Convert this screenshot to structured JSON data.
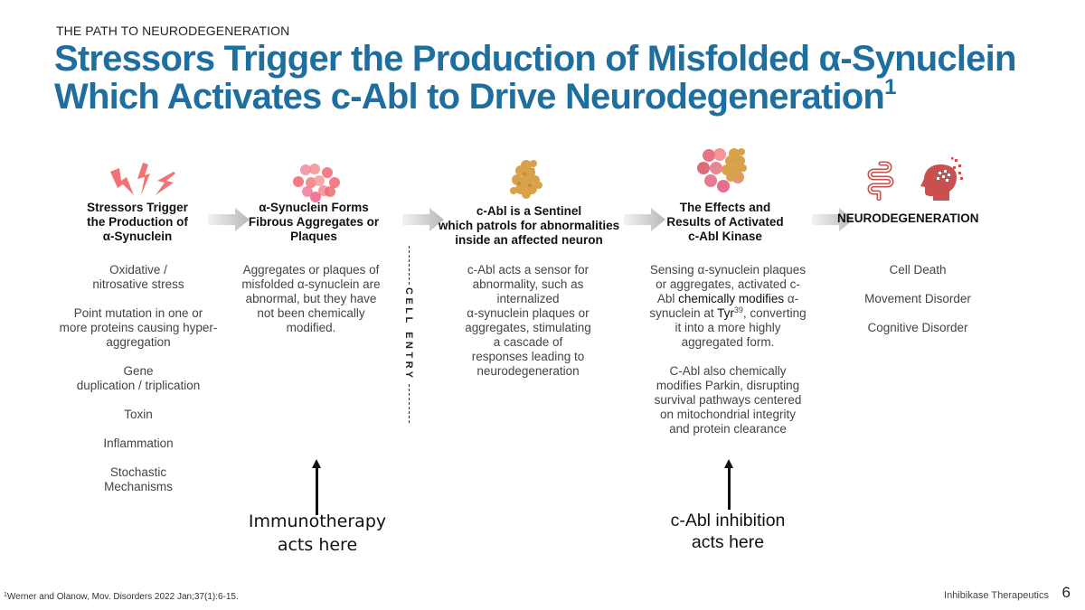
{
  "header": {
    "eyebrow": "THE PATH TO NEURODEGENERATION",
    "title_line1": "Stressors Trigger the Production of Misfolded α-Synuclein",
    "title_line2": "Which Activates c-Abl to Drive Neurodegeneration",
    "title_footnote_marker": "1"
  },
  "stages": [
    {
      "icon": "lightning-bolts-icon",
      "heading": [
        "Stressors Trigger",
        "the Production of",
        "α-Synuclein"
      ],
      "body": [
        "Oxidative /\nnitrosative stress",
        "Point mutation in one or\nmore proteins causing hyper-\naggregation",
        "Gene\nduplication / triplication",
        "Toxin",
        "Inflammation",
        "Stochastic\nMechanisms"
      ]
    },
    {
      "icon": "protein-aggregate-icon",
      "heading": [
        "α-Synuclein Forms",
        "Fibrous Aggregates or",
        "Plaques"
      ],
      "body": [
        "Aggregates or plaques of\nmisfolded α-synuclein are\nabnormal, but they have\nnot been chemically\nmodified."
      ]
    },
    {
      "icon": "c-abl-protein-icon",
      "heading": [
        "c-Abl is a Sentinel",
        "which patrols for abnormalities",
        "inside an affected neuron"
      ],
      "body": [
        "c-Abl acts a sensor for\nabnormality, such as\ninternalized\nα-synuclein plaques or\naggregates, stimulating\na cascade of\nresponses leading to\nneurodegeneration"
      ]
    },
    {
      "icon": "activated-c-abl-icon",
      "heading": [
        "The Effects and",
        "Results of Activated",
        "c-Abl Kinase"
      ],
      "body_rich": {
        "p1_a": "Sensing α-synuclein plaques\nor aggregates, activated c-\nAbl ",
        "p1_bold": "chemically modifies",
        "p1_b": " α-\nsynuclein at ",
        "p1_tyr": "Tyr",
        "p1_tyr_sup": "39",
        "p1_c": ", converting\nit into a more highly\naggregated form.",
        "p2": "C-Abl also chemically\nmodifies Parkin, disrupting\nsurvival pathways centered\non mitochondrial integrity\nand protein clearance"
      }
    },
    {
      "icons": [
        "intestine-icon",
        "brain-head-degeneration-icon"
      ],
      "heading": [
        "NEURODEGENERATION"
      ],
      "body": [
        "Cell Death",
        "Movement Disorder",
        "Cognitive Disorder"
      ]
    }
  ],
  "cell_entry_label": "CELL ENTRY",
  "annotations": {
    "immunotherapy": [
      "Immunotherapy",
      "acts here"
    ],
    "cabl_inhibition": [
      "c-Abl inhibition",
      "acts here"
    ]
  },
  "footer": {
    "footnote_marker": "1",
    "footnote": "Werner and Olanow, Mov. Disorders 2022 Jan;37(1):6-15.",
    "brand": "Inhibikase Therapeutics",
    "page_number": "6"
  },
  "colors": {
    "title": "#1e6fa0",
    "icon_red": "#f06466",
    "icon_brick": "#c9504e",
    "protein_gold": "#d9a24a"
  }
}
